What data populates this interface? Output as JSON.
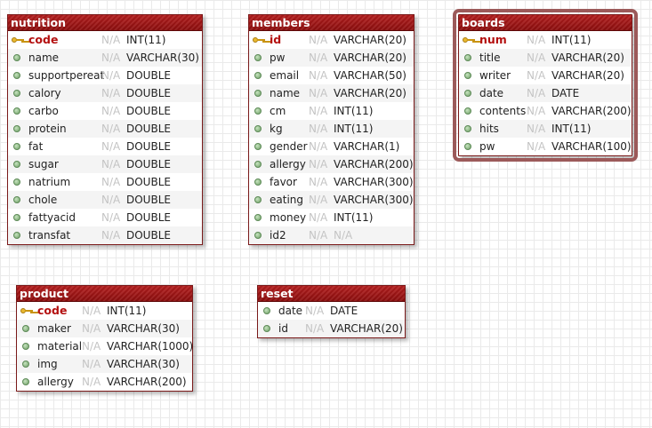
{
  "tables": [
    {
      "id": "nutrition",
      "name": "nutrition",
      "selected": false,
      "columns": [
        {
          "name": "code",
          "primary": true,
          "null": "N/A",
          "type": "INT(11)"
        },
        {
          "name": "name",
          "primary": false,
          "null": "N/A",
          "type": "VARCHAR(30)"
        },
        {
          "name": "supportpereat",
          "primary": false,
          "null": "N/A",
          "type": "DOUBLE"
        },
        {
          "name": "calory",
          "primary": false,
          "null": "N/A",
          "type": "DOUBLE"
        },
        {
          "name": "carbo",
          "primary": false,
          "null": "N/A",
          "type": "DOUBLE"
        },
        {
          "name": "protein",
          "primary": false,
          "null": "N/A",
          "type": "DOUBLE"
        },
        {
          "name": "fat",
          "primary": false,
          "null": "N/A",
          "type": "DOUBLE"
        },
        {
          "name": "sugar",
          "primary": false,
          "null": "N/A",
          "type": "DOUBLE"
        },
        {
          "name": "natrium",
          "primary": false,
          "null": "N/A",
          "type": "DOUBLE"
        },
        {
          "name": "chole",
          "primary": false,
          "null": "N/A",
          "type": "DOUBLE"
        },
        {
          "name": "fattyacid",
          "primary": false,
          "null": "N/A",
          "type": "DOUBLE"
        },
        {
          "name": "transfat",
          "primary": false,
          "null": "N/A",
          "type": "DOUBLE"
        }
      ]
    },
    {
      "id": "members",
      "name": "members",
      "selected": false,
      "columns": [
        {
          "name": "id",
          "primary": true,
          "null": "N/A",
          "type": "VARCHAR(20)"
        },
        {
          "name": "pw",
          "primary": false,
          "null": "N/A",
          "type": "VARCHAR(20)"
        },
        {
          "name": "email",
          "primary": false,
          "null": "N/A",
          "type": "VARCHAR(50)"
        },
        {
          "name": "name",
          "primary": false,
          "null": "N/A",
          "type": "VARCHAR(20)"
        },
        {
          "name": "cm",
          "primary": false,
          "null": "N/A",
          "type": "INT(11)"
        },
        {
          "name": "kg",
          "primary": false,
          "null": "N/A",
          "type": "INT(11)"
        },
        {
          "name": "gender",
          "primary": false,
          "null": "N/A",
          "type": "VARCHAR(1)"
        },
        {
          "name": "allergy",
          "primary": false,
          "null": "N/A",
          "type": "VARCHAR(200)"
        },
        {
          "name": "favor",
          "primary": false,
          "null": "N/A",
          "type": "VARCHAR(300)"
        },
        {
          "name": "eating",
          "primary": false,
          "null": "N/A",
          "type": "VARCHAR(300)"
        },
        {
          "name": "money",
          "primary": false,
          "null": "N/A",
          "type": "INT(11)"
        },
        {
          "name": "id2",
          "primary": false,
          "null": "N/A",
          "type": "N/A",
          "type_muted": true
        }
      ]
    },
    {
      "id": "boards",
      "name": "boards",
      "selected": true,
      "columns": [
        {
          "name": "num",
          "primary": true,
          "null": "N/A",
          "type": "INT(11)"
        },
        {
          "name": "title",
          "primary": false,
          "null": "N/A",
          "type": "VARCHAR(20)"
        },
        {
          "name": "writer",
          "primary": false,
          "null": "N/A",
          "type": "VARCHAR(20)"
        },
        {
          "name": "date",
          "primary": false,
          "null": "N/A",
          "type": "DATE"
        },
        {
          "name": "contents",
          "primary": false,
          "null": "N/A",
          "type": "VARCHAR(200)"
        },
        {
          "name": "hits",
          "primary": false,
          "null": "N/A",
          "type": "INT(11)"
        },
        {
          "name": "pw",
          "primary": false,
          "null": "N/A",
          "type": "VARCHAR(100)"
        }
      ]
    },
    {
      "id": "product",
      "name": "product",
      "selected": false,
      "columns": [
        {
          "name": "code",
          "primary": true,
          "null": "N/A",
          "type": "INT(11)"
        },
        {
          "name": "maker",
          "primary": false,
          "null": "N/A",
          "type": "VARCHAR(30)"
        },
        {
          "name": "material",
          "primary": false,
          "null": "N/A",
          "type": "VARCHAR(1000)"
        },
        {
          "name": "img",
          "primary": false,
          "null": "N/A",
          "type": "VARCHAR(30)"
        },
        {
          "name": "allergy",
          "primary": false,
          "null": "N/A",
          "type": "VARCHAR(200)"
        }
      ]
    },
    {
      "id": "reset",
      "name": "reset",
      "selected": false,
      "columns": [
        {
          "name": "date",
          "primary": false,
          "null": "N/A",
          "type": "DATE"
        },
        {
          "name": "id",
          "primary": false,
          "null": "N/A",
          "type": "VARCHAR(20)"
        }
      ]
    }
  ],
  "colors": {
    "header": "#a01414",
    "primary_key_text": "#b41010",
    "null_text": "#c4c4c4",
    "selection_outline": "#9c5a5a",
    "field_icon": "#7fae76"
  }
}
